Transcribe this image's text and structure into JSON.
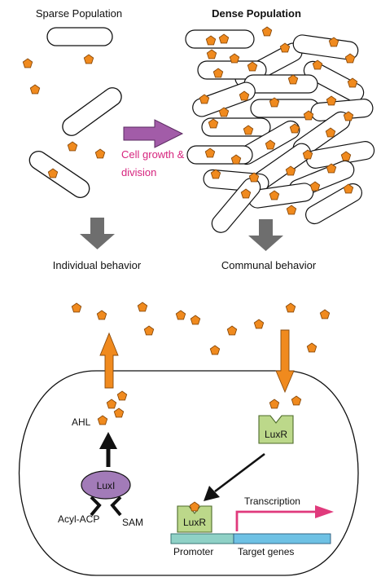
{
  "panels": {
    "sparse_title": "Sparse Population",
    "dense_title": "Dense Population",
    "growth_label_line1": "Cell growth &",
    "growth_label_line2": "division",
    "individual_label": "Individual behavior",
    "communal_label": "Communal behavior"
  },
  "mechanism": {
    "ahl_label": "AHL",
    "luxi_label": "LuxI",
    "luxr_label": "LuxR",
    "luxr_bound_label": "LuxR",
    "acyl_acp_label": "Acyl-ACP",
    "sam_label": "SAM",
    "transcription_label": "Transcription",
    "promoter_label": "Promoter",
    "target_genes_label": "Target genes"
  },
  "colors": {
    "ahl_fill": "#f08a1e",
    "ahl_stroke": "#8a4a0a",
    "growth_arrow": "#a25ca8",
    "growth_text": "#d6247e",
    "grey_arrow": "#6e6e6e",
    "orange_arrow": "#f08a1e",
    "luxi_fill": "#a27bb8",
    "luxr_fill": "#bcd88a",
    "promoter_fill": "#8fd1c6",
    "target_fill": "#6ec1e4",
    "transcription_arrow": "#e03a7c"
  },
  "icons": {
    "signal_molecule": "pentagon",
    "cell": "rounded-rod"
  }
}
